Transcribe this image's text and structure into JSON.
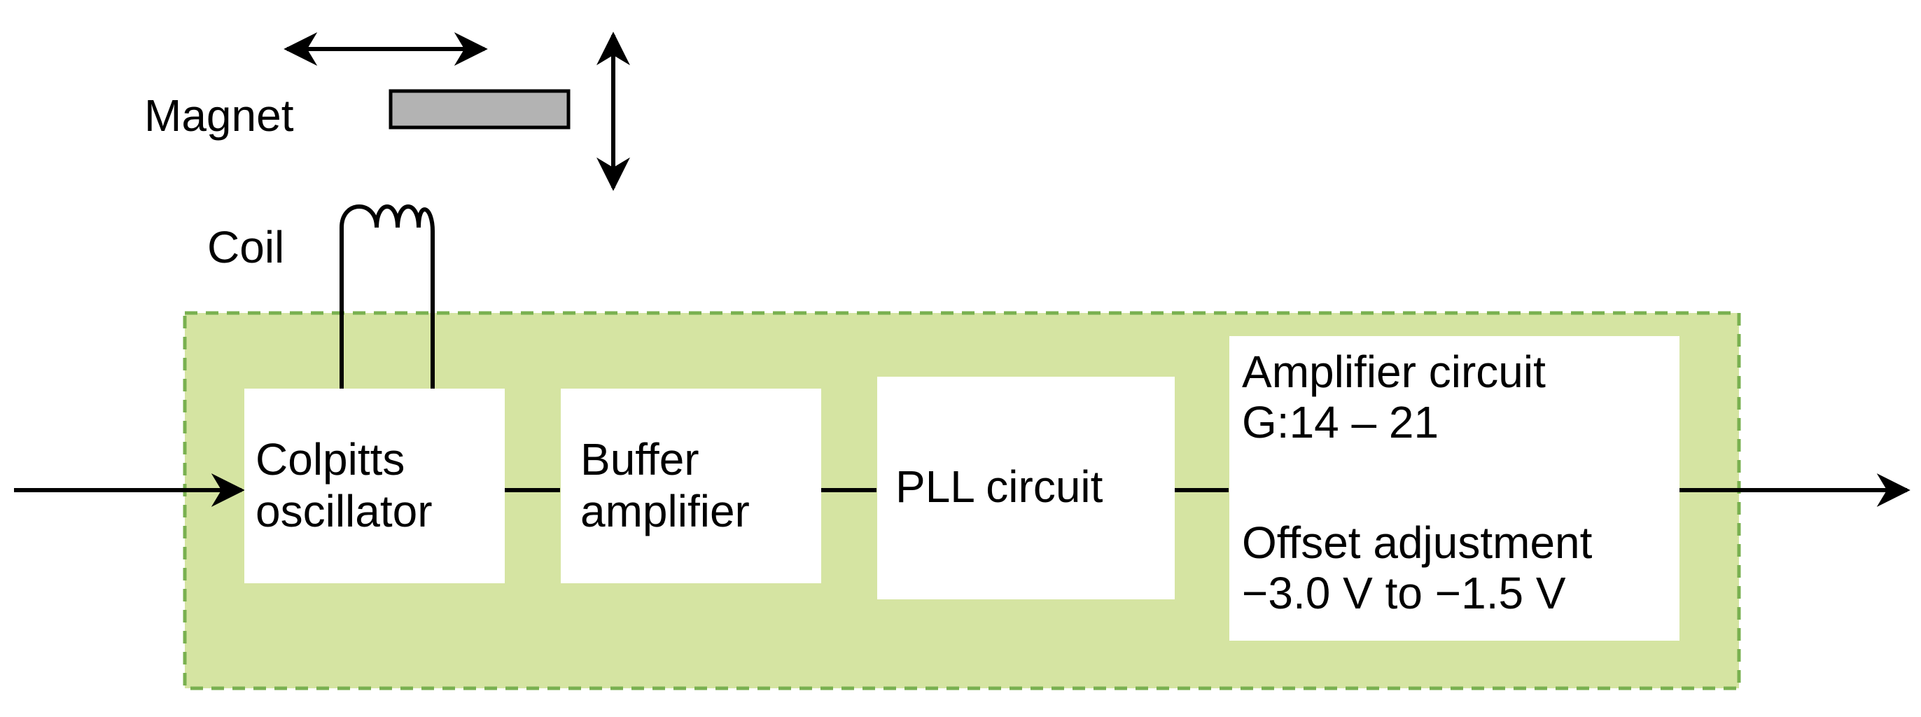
{
  "labels": {
    "magnet": "Magnet",
    "coil": "Coil"
  },
  "blocks": {
    "colpitts": [
      "Colpitts",
      "oscillator"
    ],
    "buffer": [
      "Buffer",
      "amplifier"
    ],
    "pll": "PLL circuit",
    "amplifier": {
      "title": "Amplifier circuit",
      "gain": "G:14 – 21",
      "offset_title": "Offset adjustment",
      "offset_range": "−3.0 V to −1.5 V"
    }
  },
  "colors": {
    "enclosure_fill": "#d5e4a2",
    "enclosure_border": "#79b050",
    "magnet_fill": "#b3b3b3",
    "line": "#000000"
  }
}
